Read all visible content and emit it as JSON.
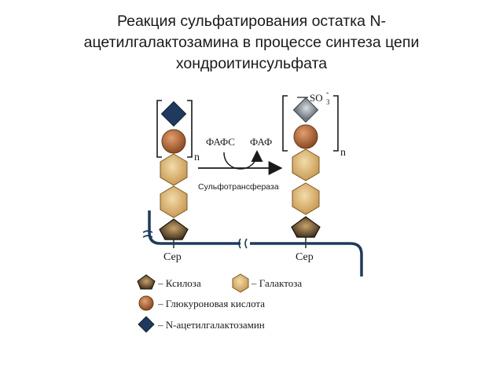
{
  "title": {
    "line1": "Реакция сульфатирования остатка N-",
    "line2": "ацетилгалактозамина в процессе синтеза цепи",
    "line3": "хондроитинсульфата"
  },
  "diagram": {
    "repeat_index_left": "n",
    "repeat_index_right": "n",
    "cofactor_in": "ФАФС",
    "cofactor_out": "ФАФ",
    "enzyme": "Сульфотрансфераза",
    "sulfate_label": "SO",
    "sulfate_subscript": "3",
    "sulfate_charge": "-",
    "serine_left": "Сер",
    "serine_right": "Сер"
  },
  "legend": {
    "xylose": "– Ксилоза",
    "galactose": "– Галактоза",
    "glucuronic_acid": "– Глюкуроновая кислота",
    "galnac": "– N-ацетилгалактозамин"
  },
  "colors": {
    "galnac": "#1f3a5c",
    "glucuronic_acid": "#b5673a",
    "galactose": "#d9b77a",
    "xylose": "#3a2a1a",
    "sulfated_galnac": "#9aa3ab",
    "line": "#1f3a5c",
    "text": "#1a1a1a"
  }
}
